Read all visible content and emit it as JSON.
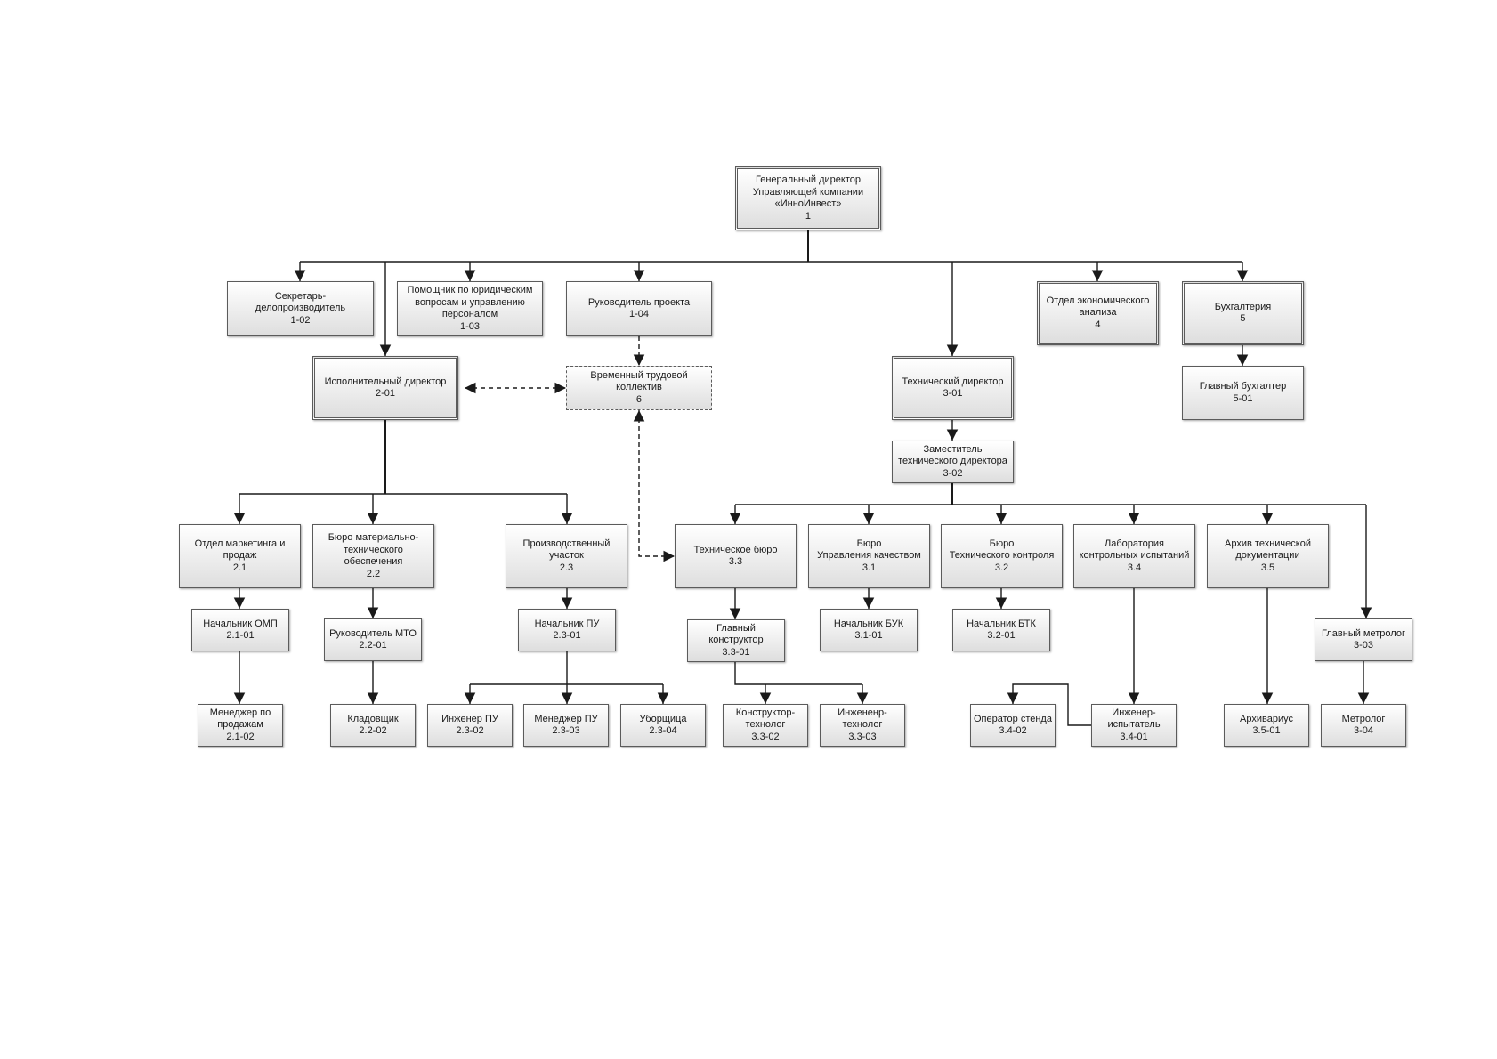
{
  "colors": {
    "line": "#1a1a1a",
    "border": "#5b5b5b",
    "box_top": "#ffffff",
    "box_bottom": "#dedede"
  },
  "nodes": {
    "n1": "Генеральный директор\nУправляющей компании\n«ИнноИнвест»\n1",
    "n102": "Секретарь-\nделопроизводитель\n1-02",
    "n103": "Помощник по юридическим\nвопросам и управлению\nперсоналом\n1-03",
    "n104": "Руководитель проекта\n1-04",
    "n4": "Отдел экономического\nанализа\n4",
    "n5": "Бухгалтерия\n5",
    "n201": "Исполнительный директор\n2-01",
    "n6": "Временный трудовой\nколлектив\n6",
    "n301": "Технический директор\n3-01",
    "n501": "Главный бухгалтер\n5-01",
    "n302": "Заместитель\nтехнического директора\n3-02",
    "n21": "Отдел маркетинга и\nпродаж\n2.1",
    "n22": "Бюро материально-\nтехнического\nобеспечения\n2.2",
    "n23": "Производственный\nучасток\n2.3",
    "n33": "Техническое бюро\n3.3",
    "n31": "Бюро\nУправления качеством\n3.1",
    "n32": "Бюро\nТехнического контроля\n3.2",
    "n34": "Лаборатория\nконтрольных испытаний\n3.4",
    "n35": "Архив технической\nдокументации\n3.5",
    "n2101": "Начальник ОМП\n2.1-01",
    "n2201": "Руководитель МТО\n2.2-01",
    "n2301": "Начальник ПУ\n2.3-01",
    "n3301": "Главный\nконструктор\n3.3-01",
    "n3101": "Начальник БУК\n3.1-01",
    "n3201": "Начальник БТК\n3.2-01",
    "n303": "Главный метролог\n3-03",
    "n2102": "Менеджер по\nпродажам\n2.1-02",
    "n2202": "Кладовщик\n2.2-02",
    "n2302": "Инженер ПУ\n2.3-02",
    "n2303": "Менеджер ПУ\n2.3-03",
    "n2304": "Уборщица\n2.3-04",
    "n3302": "Конструктор-\nтехнолог\n3.3-02",
    "n3303": "Инжененр-\nтехнолог\n3.3-03",
    "n3402": "Оператор стенда\n3.4-02",
    "n3401": "Инженер-\nиспытатель\n3.4-01",
    "n3501": "Архивариус\n3.5-01",
    "n304": "Метролог\n3-04"
  }
}
